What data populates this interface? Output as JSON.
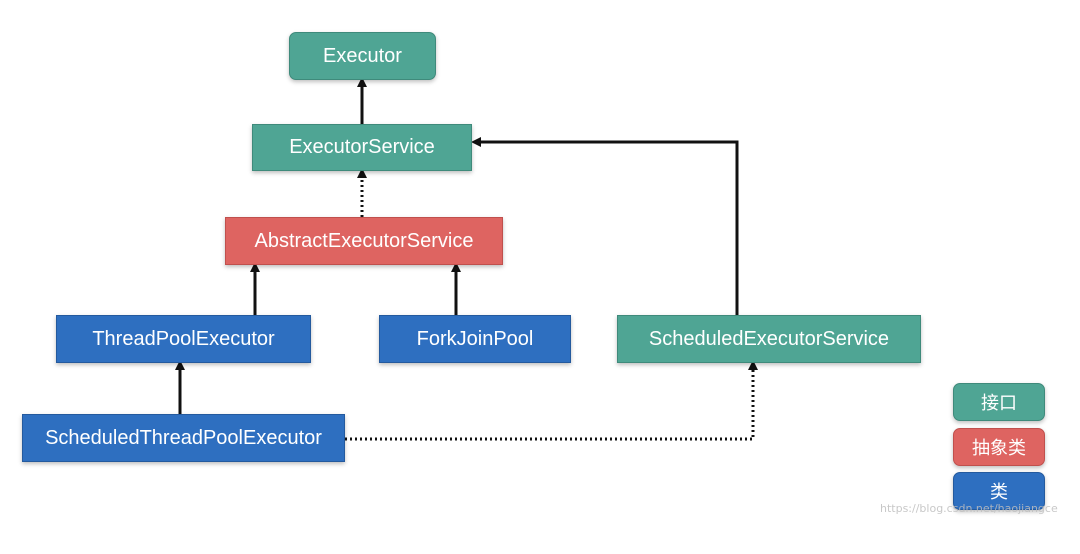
{
  "nodes": {
    "executor": "Executor",
    "executor_service": "ExecutorService",
    "abstract_executor_service": "AbstractExecutorService",
    "thread_pool_executor": "ThreadPoolExecutor",
    "fork_join_pool": "ForkJoinPool",
    "scheduled_executor_service": "ScheduledExecutorService",
    "scheduled_thread_pool_executor": "ScheduledThreadPoolExecutor"
  },
  "legend": {
    "interface": "接口",
    "abstract_class": "抽象类",
    "class": "类"
  },
  "watermark": "https://blog.csdn.net/haojiangce",
  "colors": {
    "interface": "#4fa594",
    "abstract_class": "#de6461",
    "class": "#2e6fc0",
    "arrow": "#111111"
  }
}
